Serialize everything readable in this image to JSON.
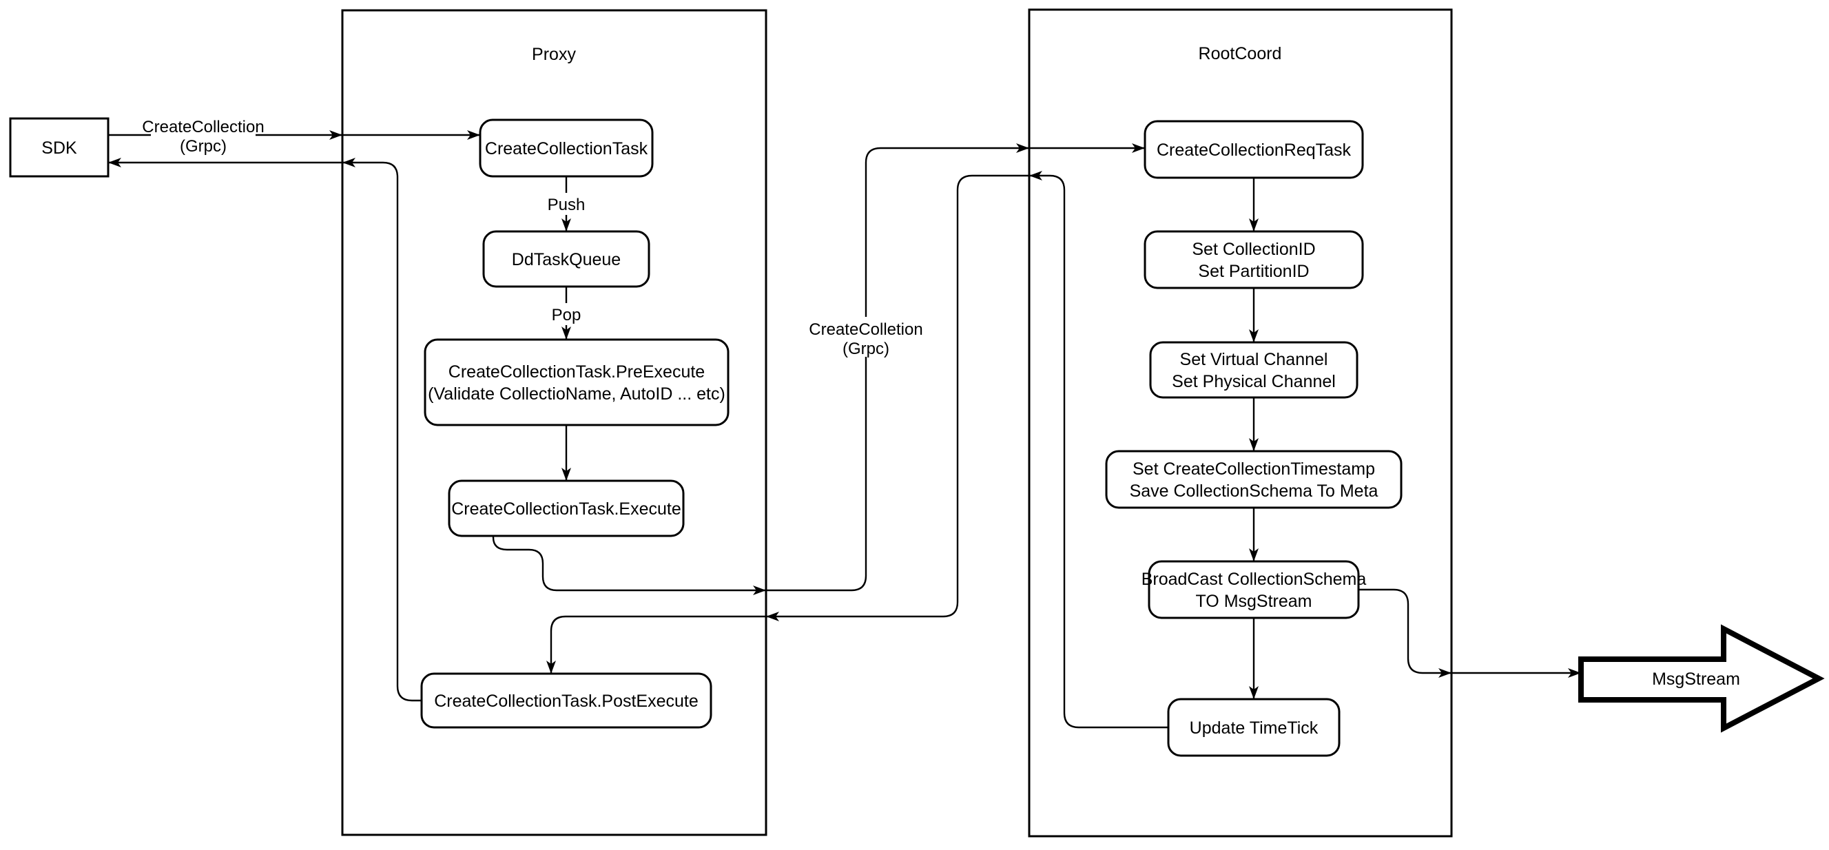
{
  "diagram": {
    "colors": {
      "stroke": "#000000",
      "background": "#ffffff"
    },
    "containers": {
      "proxy": {
        "title": "Proxy"
      },
      "rootcoord": {
        "title": "RootCoord"
      }
    },
    "nodes": {
      "sdk": {
        "label": "SDK"
      },
      "create_collection_task": {
        "label": "CreateCollectionTask"
      },
      "dd_task_queue": {
        "label": "DdTaskQueue"
      },
      "pre_execute": {
        "line1": "CreateCollectionTask.PreExecute",
        "line2": "(Validate CollectioName, AutoID ... etc)"
      },
      "execute": {
        "label": "CreateCollectionTask.Execute"
      },
      "post_execute": {
        "label": "CreateCollectionTask.PostExecute"
      },
      "create_collection_req_task": {
        "label": "CreateCollectionReqTask"
      },
      "set_ids": {
        "line1": "Set CollectionID",
        "line2": "Set PartitionID"
      },
      "set_channels": {
        "line1": "Set Virtual Channel",
        "line2": "Set Physical Channel"
      },
      "set_timestamp": {
        "line1": "Set CreateCollectionTimestamp",
        "line2": "Save CollectionSchema To Meta"
      },
      "broadcast": {
        "line1": "BroadCast CollectionSchema",
        "line2": "TO MsgStream"
      },
      "update_timetick": {
        "label": "Update TimeTick"
      },
      "msgstream": {
        "label": "MsgStream"
      }
    },
    "edge_labels": {
      "sdk_to_proxy": {
        "line1": "CreateCollection",
        "line2": "(Grpc)"
      },
      "proxy_to_rootcoord": {
        "line1": "CreateColletion",
        "line2": "(Grpc)"
      },
      "push": "Push",
      "pop": "Pop"
    }
  }
}
